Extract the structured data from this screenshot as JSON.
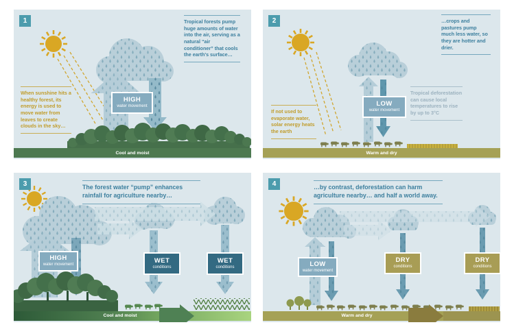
{
  "palette": {
    "panel_bg": "#dce7ec",
    "badge_teal": "#4c9cad",
    "teal_text": "#3c7f9e",
    "gold_text": "#c09c2b",
    "gray_text": "#9cb2bf",
    "cloud": "#b9cfd9",
    "movement_box": "#85abbf",
    "wet_box": "#336a82",
    "dry_box": "#a89d55",
    "forest_green": "#4e7a52",
    "strip_green": "#4d7950",
    "strip_olive": "#a5a156",
    "sun_gold": "#d9a724"
  },
  "panel1": {
    "badge": "1",
    "note_right": "Tropical forests pump huge amounts of water into the air, serving as a natural “air conditioner” that cools the earth's surface…",
    "note_left": "When sunshine hits a healthy forest, its energy is used to move water from leaves to create clouds in the sky…",
    "movement_value": "HIGH",
    "movement_caption": "water movement",
    "ground_label": "Cool and moist"
  },
  "panel2": {
    "badge": "2",
    "note_right": "…crops and pastures pump much less water, so they are hotter and drier.",
    "note_mid": "Tropical deforestation can cause local temperatures to rise by up to 3°C",
    "note_left": "If not used to evaporate water, solar energy heats the earth",
    "movement_value": "LOW",
    "movement_caption": "water movement",
    "ground_label": "Warm and dry"
  },
  "panel3": {
    "badge": "3",
    "title": "The forest water “pump” enhances rainfall for agriculture nearby…",
    "movement_value": "HIGH",
    "movement_caption": "water movement",
    "conditions": [
      {
        "value": "WET",
        "caption": "conditions"
      },
      {
        "value": "WET",
        "caption": "conditions"
      }
    ],
    "ground_label": "Cool and moist"
  },
  "panel4": {
    "badge": "4",
    "title": "…by contrast, deforestation can harm agriculture nearby… and half a world away.",
    "movement_value": "LOW",
    "movement_caption": "water movement",
    "conditions": [
      {
        "value": "DRY",
        "caption": "conditions"
      },
      {
        "value": "DRY",
        "caption": "conditions"
      }
    ],
    "ground_label": "Warm and dry"
  }
}
